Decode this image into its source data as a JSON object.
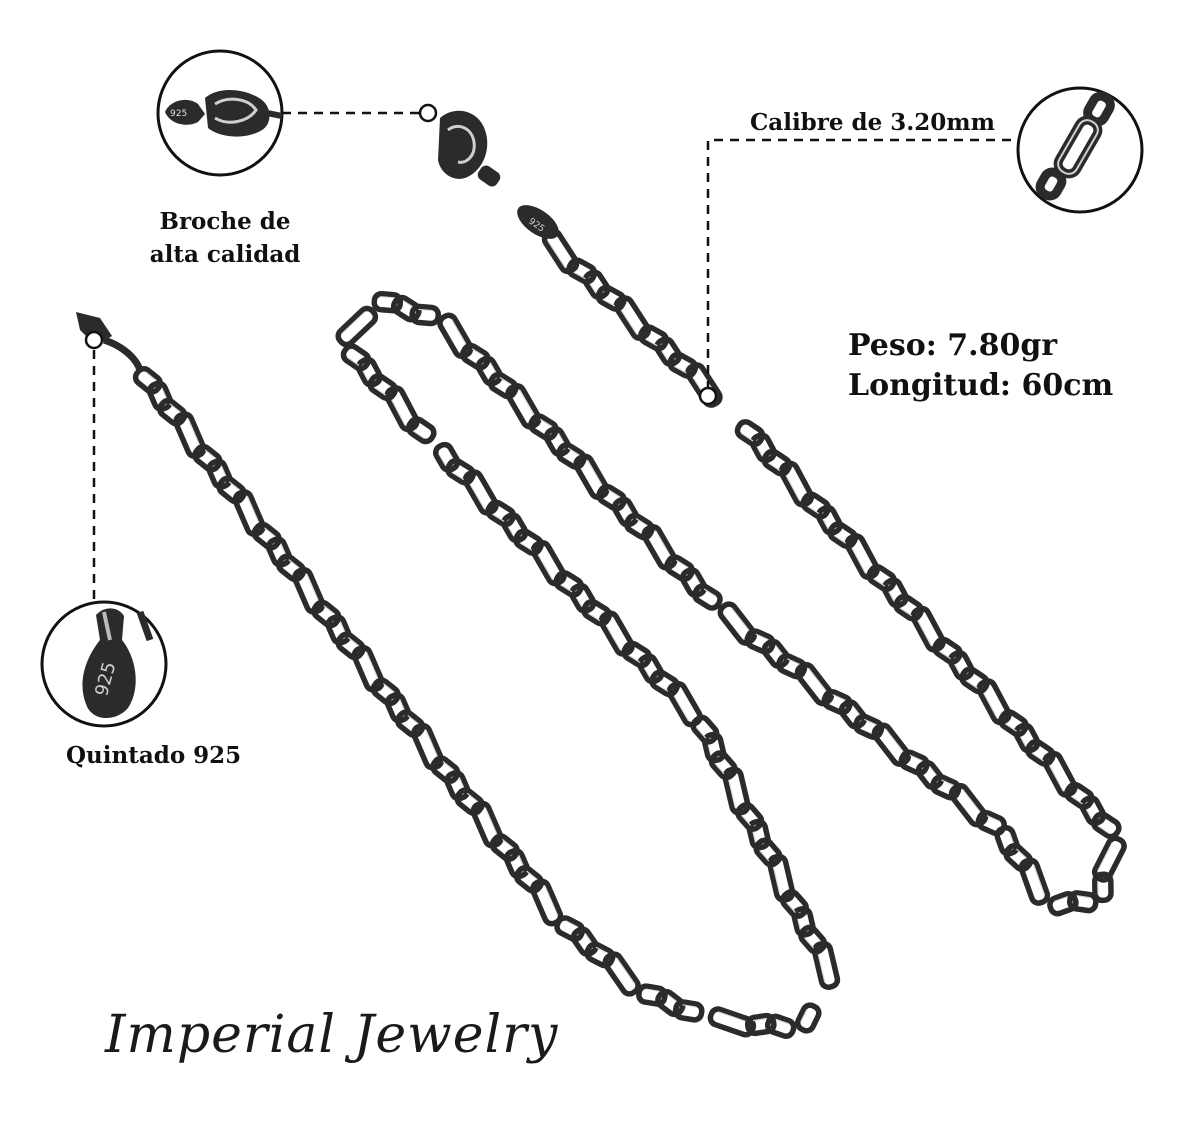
{
  "callouts": {
    "clasp": {
      "line1": "Broche de",
      "line2": "alta calidad",
      "icon": "lobster-clasp-detail"
    },
    "gauge": {
      "text": "Calibre de 3.20mm",
      "icon": "figaro-link-detail"
    },
    "stamp": {
      "text": "Quintado 925",
      "icon": "925-stamp-tag-detail"
    }
  },
  "specs": {
    "weight": "Peso: 7.80gr",
    "length": "Longitud: 60cm"
  },
  "brand": "Imperial Jewelry",
  "colors": {
    "chain": "#2b2b2b",
    "chain_highlight": "#d9d9d9",
    "background": "#ffffff"
  }
}
